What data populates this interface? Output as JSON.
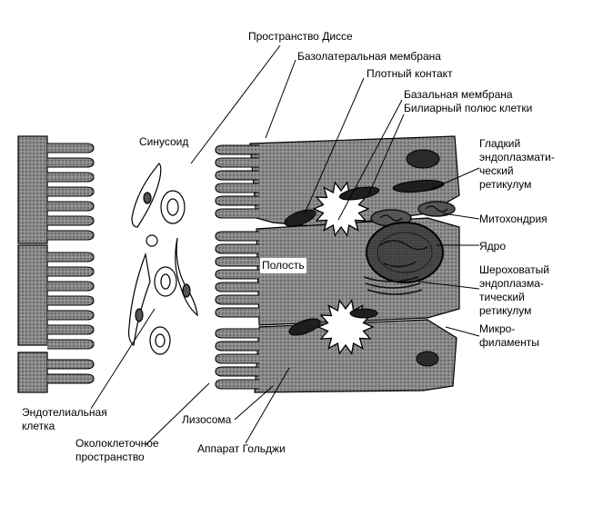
{
  "figure": {
    "labels": {
      "disse_space": "Пространство Диссе",
      "basolateral_membrane": "Базолатеральная мембрана",
      "tight_junction": "Плотный контакт",
      "basal_membrane": "Базальная мембрана",
      "biliary_pole": "Билиарный полюс клетки",
      "sinusoid": "Синусоид",
      "smooth_er": [
        "Гладкий",
        "эндоплазмати-",
        "ческий",
        "ретикулум"
      ],
      "mitochondrion": "Митохондрия",
      "nucleus": "Ядро",
      "rough_er": [
        "Шероховатый",
        "эндоплазма-",
        "тический",
        "ретикулум"
      ],
      "cavity": "Полость",
      "microfilaments": [
        "Микро-",
        "филаменты"
      ],
      "endothelial_cell": [
        "Эндотелиальная",
        "клетка"
      ],
      "lysosome": "Лизосома",
      "pericellular_space": [
        "Околоклеточное",
        "пространство"
      ],
      "golgi": "Аппарат Гольджи"
    },
    "colors": {
      "ink": "#000000",
      "cell_fill": "#8a8a8a",
      "paper": "#ffffff"
    }
  }
}
